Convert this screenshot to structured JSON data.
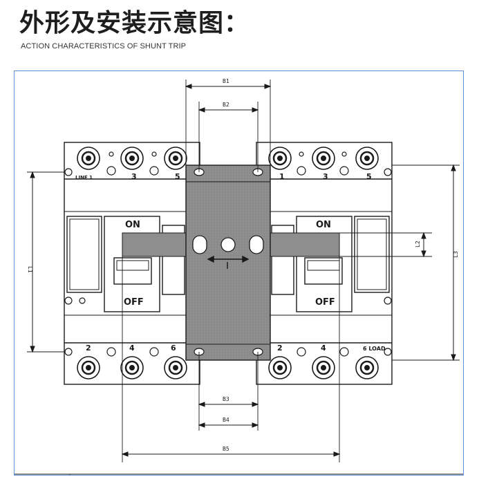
{
  "header": {
    "title": "外形及安装示意图：",
    "subtitle": "ACTION CHARACTERISTICS OF SHUNT TRIP"
  },
  "colors": {
    "frame_border": "#5c8fd6",
    "plate": "#8e8e8e",
    "ink": "#1a1a1a"
  },
  "breakers": {
    "left": {
      "top_terminals": [
        "LINE 1",
        "3",
        "5"
      ],
      "bottom_terminals": [
        "2",
        "4",
        "6"
      ],
      "on_label": "ON",
      "off_label": "OFF"
    },
    "right": {
      "top_terminals": [
        "1",
        "3",
        "5"
      ],
      "bottom_terminals": [
        "2",
        "4",
        "6 LOAD"
      ],
      "on_label": "ON",
      "off_label": "OFF"
    }
  },
  "dimensions": {
    "b1": "B1",
    "b2": "B2",
    "b3": "B3",
    "b4": "B4",
    "b5": "B5",
    "l1": "L1",
    "l2": "L2",
    "l3": "L3"
  }
}
